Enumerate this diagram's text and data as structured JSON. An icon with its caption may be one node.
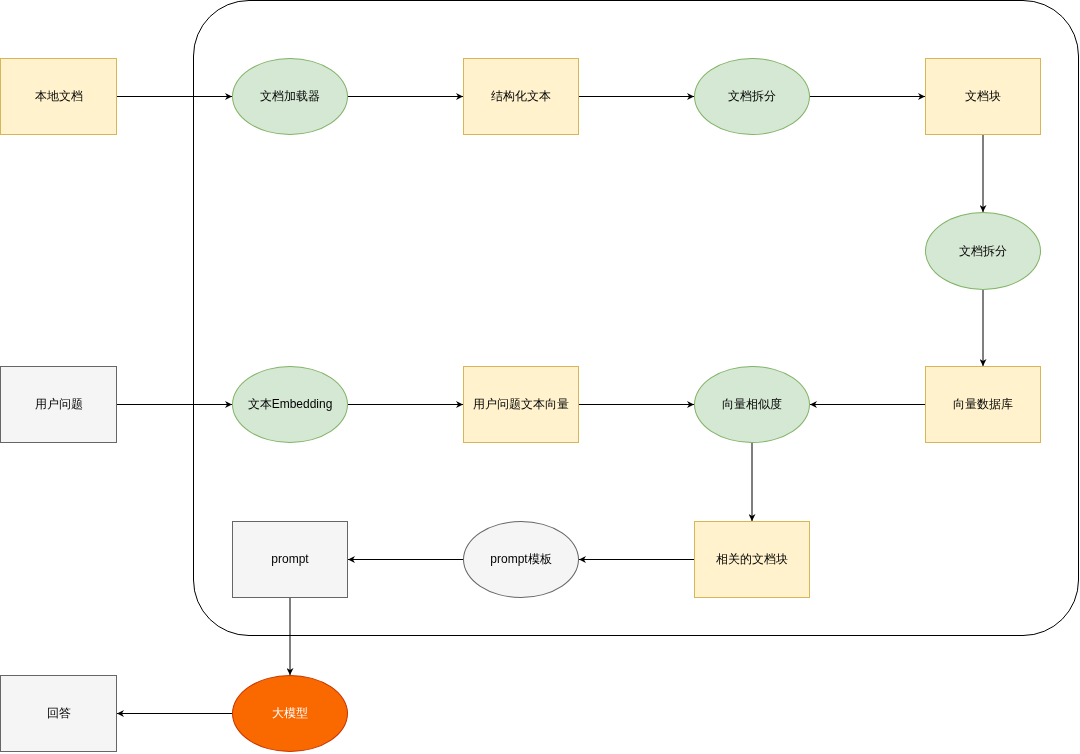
{
  "diagram": {
    "nodes": [
      {
        "text": [],
        "shape": "box"
      },
      {
        "text": [
          "本地文档"
        ]
      },
      {
        "text": [
          "文档加载器"
        ],
        "in": 0
      },
      {
        "text": [
          "结构化文本"
        ],
        "in": 0
      },
      {
        "text": [
          "文档拆分"
        ],
        "in": 0
      },
      {
        "text": [
          "文档块"
        ],
        "in": 0
      },
      {
        "text": [
          "文档拆分"
        ],
        "in": 0
      },
      {
        "text": [
          "用户问题"
        ]
      },
      {
        "text": [
          "文本Embedding"
        ],
        "in": 0
      },
      {
        "text": [
          "用户问题文本向量"
        ],
        "in": 0
      },
      {
        "text": [
          "向量相似度"
        ],
        "in": 0
      },
      {
        "text": [
          "向量数据库"
        ],
        "in": 0
      },
      {
        "text": [
          "相关的文档块"
        ],
        "in": 0
      },
      {
        "text": [
          "prompt模板"
        ],
        "in": 0
      },
      {
        "text": [
          "prompt"
        ],
        "in": 0
      },
      {
        "text": [
          "大模型"
        ]
      },
      {
        "text": [
          "回答"
        ]
      }
    ],
    "edges": [
      {
        "from": 1,
        "to": 2,
        "arrow": "to"
      },
      {
        "from": 2,
        "to": 3,
        "arrow": "to"
      },
      {
        "from": 3,
        "to": 4,
        "arrow": "to"
      },
      {
        "from": 4,
        "to": 5,
        "arrow": "to"
      },
      {
        "from": 5,
        "to": 6,
        "arrow": "to"
      },
      {
        "from": 6,
        "to": 11,
        "arrow": "to"
      },
      {
        "from": 7,
        "to": 8,
        "arrow": "to"
      },
      {
        "from": 8,
        "to": 9,
        "arrow": "to"
      },
      {
        "from": 9,
        "to": 10,
        "arrow": "to"
      },
      {
        "from": 11,
        "to": 10,
        "arrow": "to"
      },
      {
        "from": 10,
        "to": 12,
        "arrow": "to"
      },
      {
        "from": 12,
        "to": 13,
        "arrow": "to"
      },
      {
        "from": 13,
        "to": 14,
        "arrow": "to"
      },
      {
        "from": 14,
        "to": 15,
        "arrow": "to"
      },
      {
        "from": 15,
        "to": 16,
        "arrow": "to"
      }
    ]
  }
}
